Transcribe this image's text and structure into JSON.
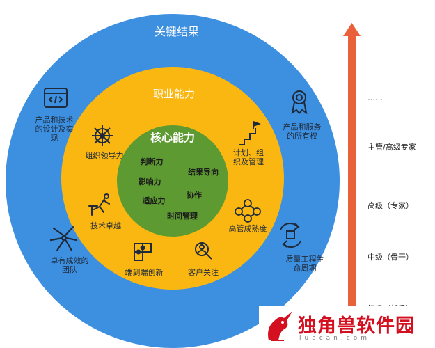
{
  "outer": {
    "title": "关键结果",
    "items": [
      {
        "label": "产品和技术\n的设计及实\n现",
        "icon": "code-window-icon"
      },
      {
        "label": "卓有成效的\n团队",
        "icon": "team-hands-icon"
      },
      {
        "label": "产品和服务\n的所有权",
        "icon": "award-ribbon-icon"
      },
      {
        "label": "质量工程生\n命周期",
        "icon": "cycle-box-icon"
      }
    ]
  },
  "middle": {
    "title": "职业能力",
    "items": [
      {
        "label": "组织领导力",
        "icon": "ship-wheel-icon"
      },
      {
        "label": "计划、组\n织及管理",
        "icon": "stairs-goal-icon"
      },
      {
        "label": "技术卓越",
        "icon": "hurdle-runner-icon"
      },
      {
        "label": "高管成熟度",
        "icon": "network-people-icon"
      },
      {
        "label": "端到端创新",
        "icon": "puzzle-icon"
      },
      {
        "label": "客户关注",
        "icon": "customer-search-icon"
      }
    ]
  },
  "core": {
    "title": "核心能力",
    "items": [
      "判断力",
      "结果导向",
      "影响力",
      "协作",
      "适应力",
      "时间管理"
    ]
  },
  "levels": {
    "items": [
      "……",
      "主管/高级专家",
      "高级（专家）",
      "中级（骨干）",
      "初级（新手）"
    ]
  },
  "watermark": {
    "title": "独角兽软件园",
    "sub": "luacan.com"
  },
  "colors": {
    "outer": "#3d8fe0",
    "middle": "#fbb711",
    "core": "#5e9a32",
    "arrow": "#e8613a"
  }
}
